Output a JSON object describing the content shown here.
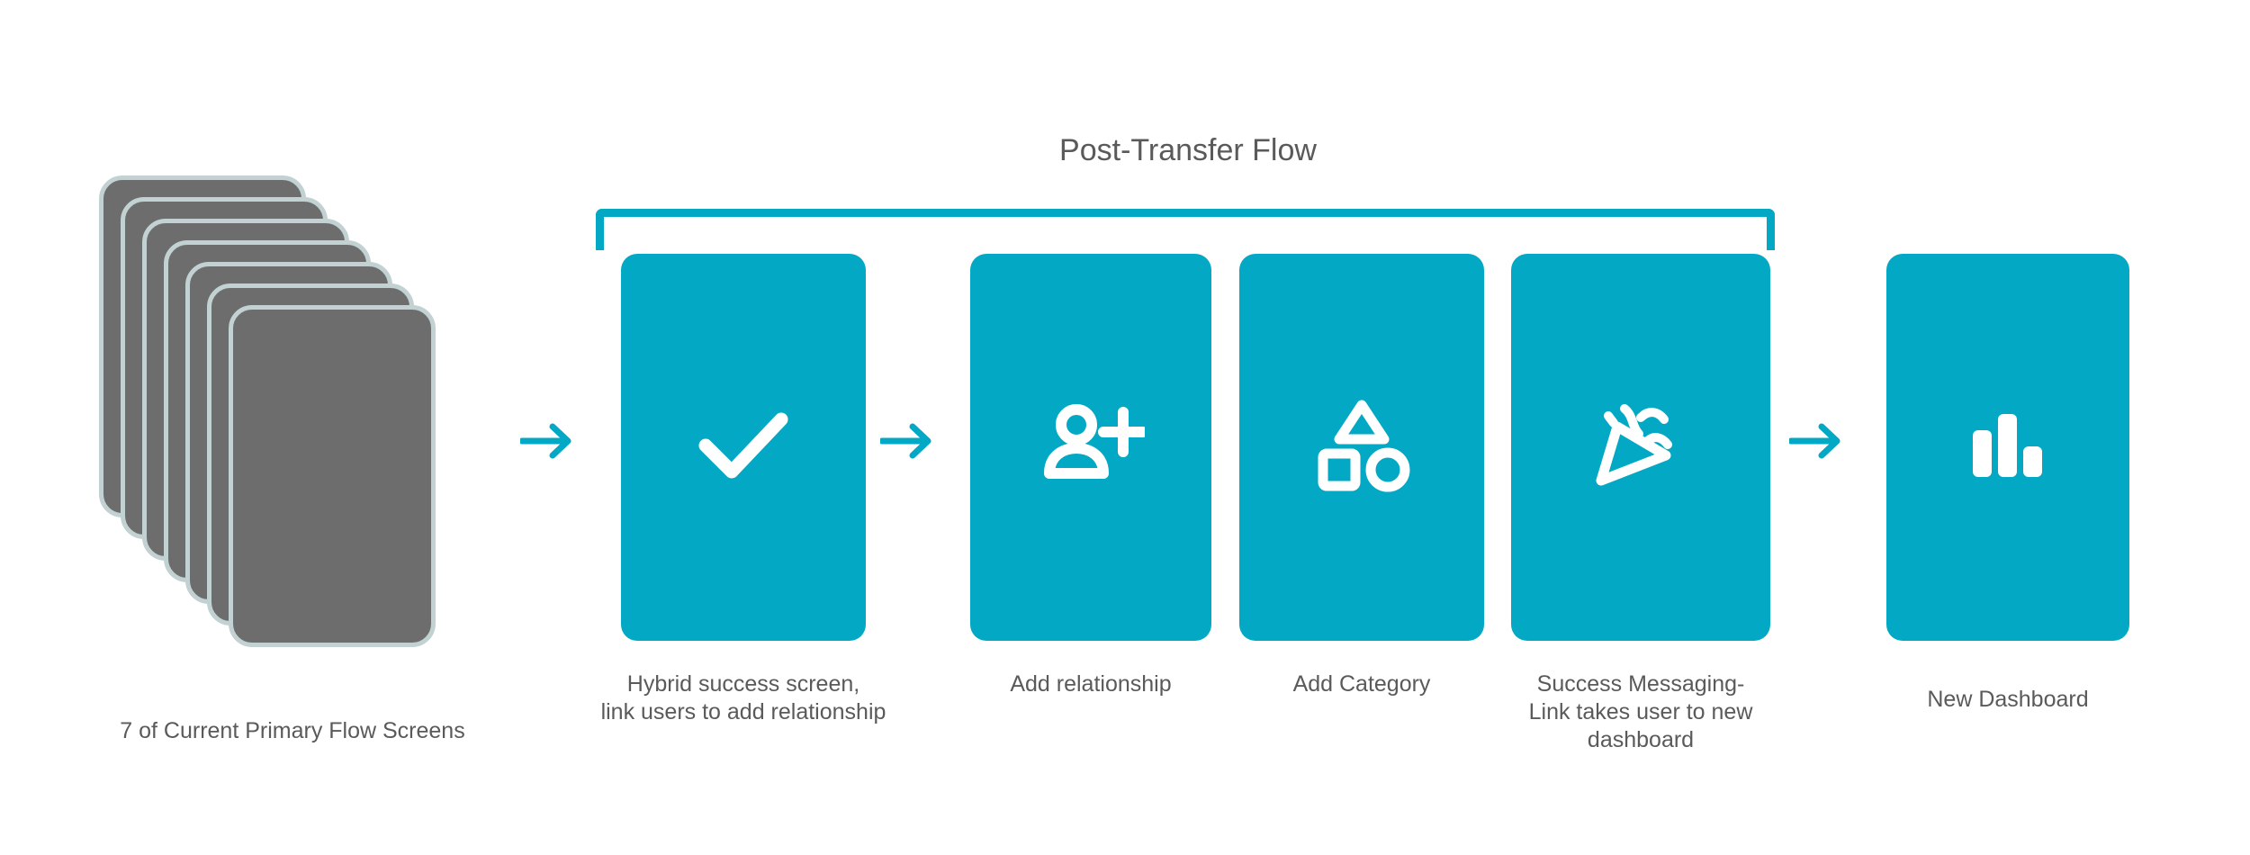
{
  "colors": {
    "accent": "#03a9c4",
    "card_gray": "#6d6d6d",
    "card_border": "#c2d1d1",
    "text": "#5a5a5a",
    "background": "#ffffff"
  },
  "stack": {
    "count": 7,
    "label": "7 of Current Primary Flow Screens",
    "icon": "screen-stack-icon"
  },
  "bracket": {
    "title": "Post-Transfer Flow"
  },
  "arrows": [
    {
      "name": "arrow-stack-to-step-1",
      "glyph": "arrow-right-icon"
    },
    {
      "name": "arrow-step-1-to-step-2",
      "glyph": "arrow-right-icon"
    },
    {
      "name": "arrow-step-4-to-dashboard",
      "glyph": "arrow-right-icon"
    }
  ],
  "steps": [
    {
      "id": "hybrid-success",
      "icon": "check-icon",
      "label_lines": [
        "Hybrid success screen,",
        "link users to add relationship"
      ]
    },
    {
      "id": "add-relationship",
      "icon": "person-add-icon",
      "label_lines": [
        "Add relationship"
      ]
    },
    {
      "id": "add-category",
      "icon": "shapes-icon",
      "label_lines": [
        "Add Category"
      ]
    },
    {
      "id": "success-messaging",
      "icon": "party-popper-icon",
      "label_lines": [
        "Success Messaging-",
        "Link takes user to new",
        "dashboard"
      ]
    },
    {
      "id": "new-dashboard",
      "icon": "bar-chart-icon",
      "label_lines": [
        "New Dashboard"
      ]
    }
  ]
}
